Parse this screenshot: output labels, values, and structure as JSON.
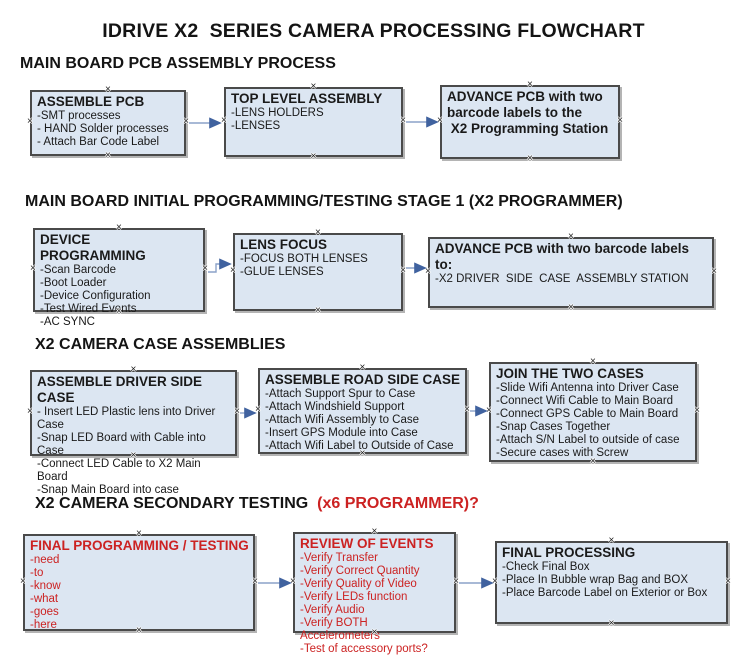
{
  "title": "IDRIVE X2  SERIES CAMERA PROCESSING FLOWCHART",
  "colors": {
    "box_fill": "#dce6f2",
    "box_border": "#4a4a4a",
    "arrow_line": "#8ba2c9",
    "arrow_head": "#40629f",
    "red_text": "#cc2222",
    "black_text": "#1a1a1a"
  },
  "icons": {
    "connection_point": "×"
  },
  "sections": [
    {
      "heading": "MAIN BOARD PCB ASSEMBLY PROCESS",
      "boxes": [
        {
          "title": "ASSEMBLE PCB",
          "lines": [
            "-SMT processes",
            "- HAND Solder processes",
            "- Attach Bar Code Label"
          ]
        },
        {
          "title": "TOP LEVEL ASSEMBLY",
          "lines": [
            "-LENS HOLDERS",
            "-LENSES"
          ]
        },
        {
          "title": "ADVANCE PCB with two\nbarcode labels to the\n X2 Programming Station",
          "lines": []
        }
      ]
    },
    {
      "heading": "MAIN BOARD INITIAL PROGRAMMING/TESTING STAGE 1 (X2 PROGRAMMER)",
      "boxes": [
        {
          "title": "DEVICE PROGRAMMING",
          "lines": [
            "-Scan Barcode",
            "-Boot Loader",
            "-Device Configuration",
            "-Test Wired Events",
            "-AC SYNC"
          ]
        },
        {
          "title": "LENS FOCUS",
          "lines": [
            "-FOCUS BOTH LENSES",
            "-GLUE LENSES"
          ]
        },
        {
          "title": "ADVANCE PCB with two barcode labels to:",
          "lines": [
            "-X2 DRIVER  SIDE  CASE  ASSEMBLY STATION"
          ]
        }
      ]
    },
    {
      "heading": "X2 CAMERA CASE ASSEMBLIES",
      "boxes": [
        {
          "title": "ASSEMBLE DRIVER SIDE CASE",
          "lines": [
            "- Insert LED Plastic lens into Driver Case",
            "-Snap LED Board with Cable into Case",
            "-Connect LED Cable to X2 Main Board",
            "-Snap Main Board into case"
          ]
        },
        {
          "title": "ASSEMBLE ROAD SIDE CASE",
          "lines": [
            "-Attach Support Spur to Case",
            "-Attach Windshield Support",
            "-Attach Wifi Assembly to Case",
            "-Insert GPS Module into Case",
            "-Attach Wifi Label to Outside of Case"
          ]
        },
        {
          "title": "JOIN THE TWO CASES",
          "lines": [
            "-Slide Wifi Antenna into Driver Case",
            "-Connect Wifi Cable to Main Board",
            "-Connect GPS Cable to Main Board",
            "-Snap Cases Together",
            "-Attach S/N Label to outside of case",
            "-Secure cases with Screw"
          ]
        }
      ]
    },
    {
      "heading": "X2 CAMERA SECONDARY TESTING ",
      "heading_suffix": " (x6 PROGRAMMER)?",
      "boxes": [
        {
          "title": "FINAL PROGRAMMING / TESTING",
          "lines": [
            "-need",
            "-to",
            "-know",
            "-what",
            "-goes",
            "-here"
          ]
        },
        {
          "title": "REVIEW OF EVENTS",
          "lines": [
            "-Verify Transfer",
            "-Verify Correct Quantity",
            "-Verify Quality of Video",
            "-Verify LEDs function",
            "-Verify Audio",
            "-Verify BOTH Accelerometers",
            "-Test of accessory ports?"
          ]
        },
        {
          "title": "FINAL PROCESSING",
          "lines": [
            "-Check Final Box",
            "-Place In Bubble wrap Bag and BOX",
            "-Place Barcode Label on Exterior or Box"
          ]
        }
      ]
    }
  ]
}
